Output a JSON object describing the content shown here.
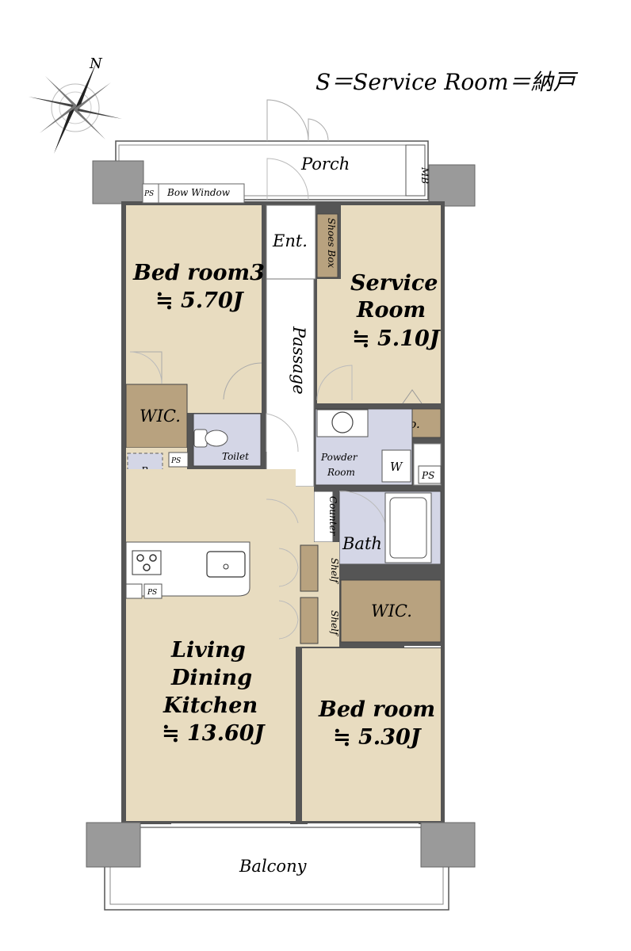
{
  "legend": "S＝Service Room＝納戸",
  "compass": {
    "label": "N"
  },
  "rooms": {
    "porch": "Porch",
    "mb": "MB",
    "bow_window": "Bow Window",
    "ps_top": "PS",
    "entrance": "Ent.",
    "shoes_box": "Shoes Box",
    "passage": "Passage",
    "bedroom3": {
      "name": "Bed room3",
      "size": "≒ 5.70J"
    },
    "service_room": {
      "line1": "Service",
      "line2": "Room",
      "size": "≒ 5.10J"
    },
    "wic_left": "WIC.",
    "toilet": "Toilet",
    "ps_left": "PS",
    "r": "R",
    "closet": "Clo.",
    "powder_room": {
      "line1": "Powder",
      "line2": "Room"
    },
    "washer": "W",
    "ps_right": "PS",
    "counter": "Counter",
    "bath": "Bath",
    "shelf_top": "Shelf",
    "shelf_bottom": "Shelf",
    "wic_right": "WIC.",
    "ps_kitchen": "PS",
    "ldk": {
      "line1": "Living",
      "line2": "Dining",
      "line3": "Kitchen",
      "size": "≒ 13.60J"
    },
    "bedroom": {
      "name": "Bed room",
      "size": "≒ 5.30J"
    },
    "balcony": "Balcony"
  },
  "colors": {
    "floor": "#e8dcc0",
    "wet_area": "#d4d6e6",
    "storage": "#b8a27f",
    "structure": "#9a9a9a",
    "wall": "#555555"
  }
}
